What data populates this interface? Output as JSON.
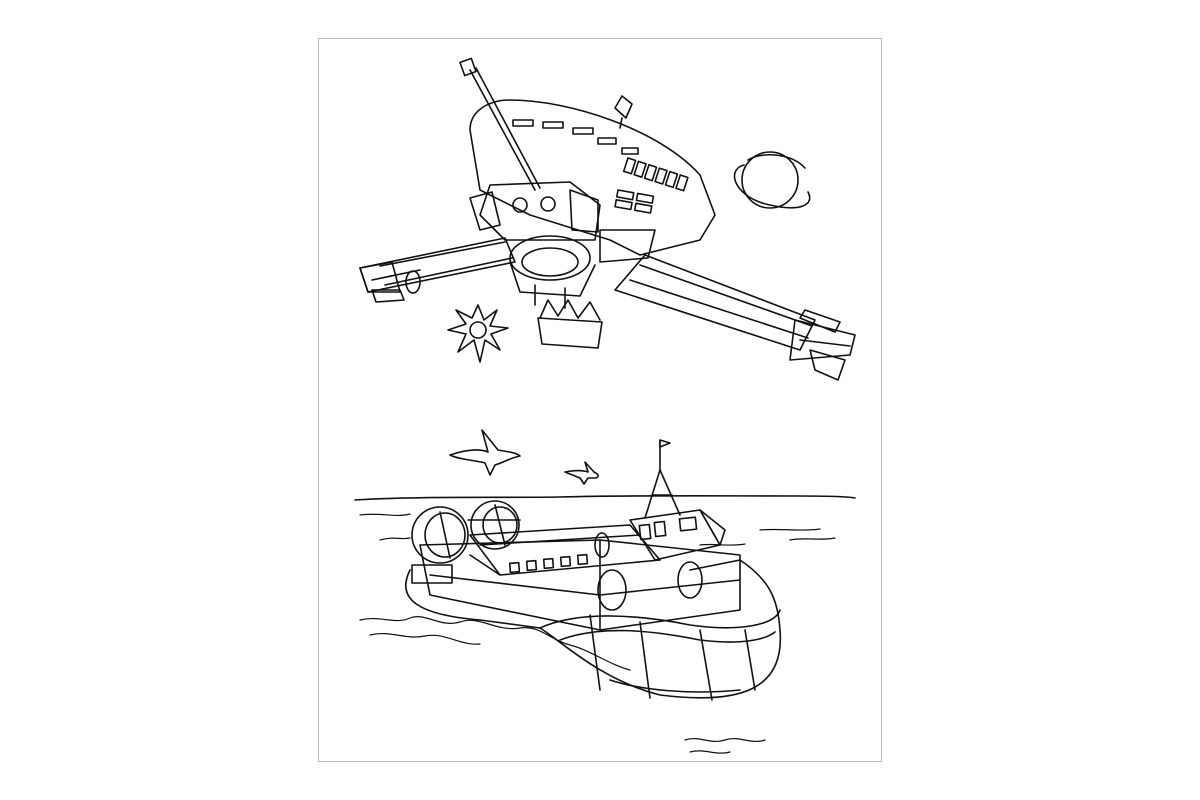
{
  "page": {
    "kind": "coloring-page",
    "background_color": "#ffffff",
    "line_color": "#111111",
    "frame_color": "#bdbdbd"
  },
  "illustrations": [
    {
      "subject": "space-satellite",
      "parts": [
        "solar-panel-arms",
        "antenna-mast",
        "dish-body",
        "engine-nozzle",
        "star-burst",
        "ringed-planet"
      ]
    },
    {
      "subject": "hovercraft",
      "parts": [
        "twin-propeller-ducts",
        "cabin",
        "bridge",
        "mast",
        "cushion-skirt",
        "water",
        "flying-birds"
      ]
    }
  ]
}
